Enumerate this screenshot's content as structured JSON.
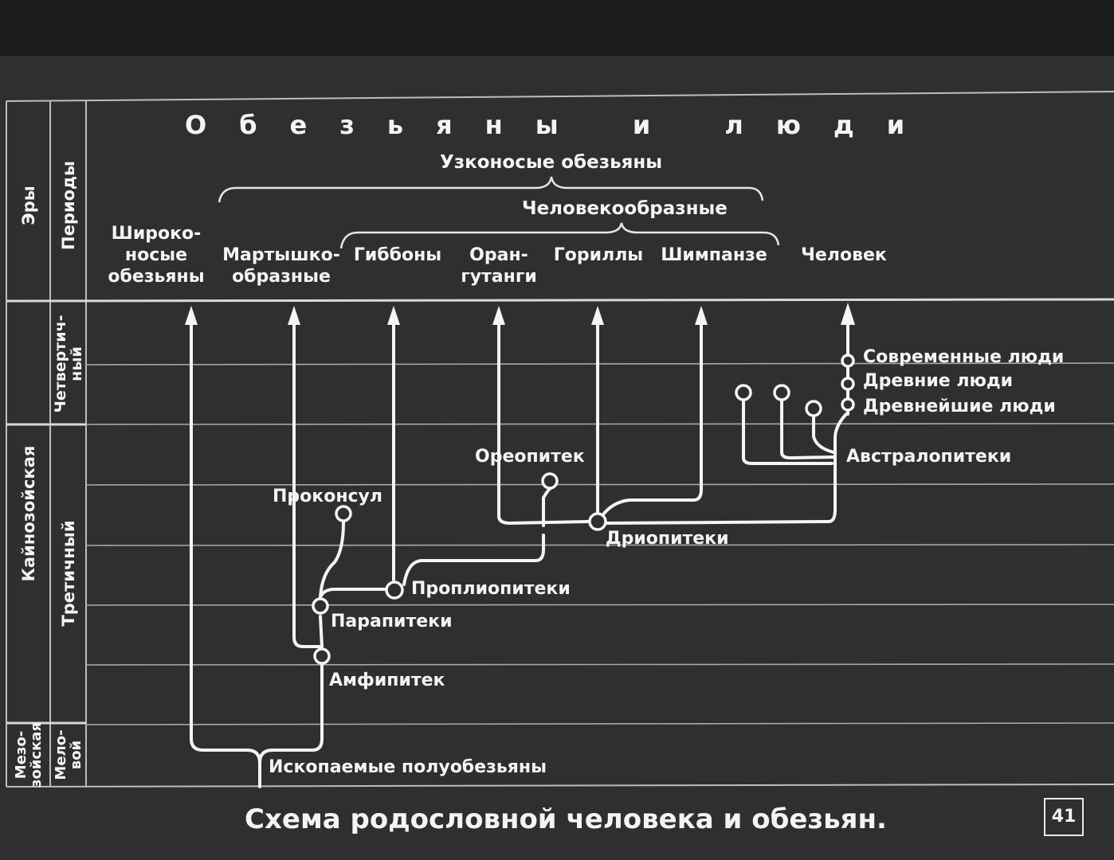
{
  "title": "Обезьяны и люди",
  "caption": "Схема родословной человека и обезьян.",
  "page_number": "41",
  "left_headers": {
    "eras": "Эры",
    "periods": "Периоды"
  },
  "eras": [
    {
      "id": "cenozoic",
      "label": "Кайнозойская"
    },
    {
      "id": "mesozoic",
      "label": "Мезо-\nзойская"
    }
  ],
  "periods": [
    {
      "id": "quaternary",
      "label": "Четвертич-\nный"
    },
    {
      "id": "tertiary",
      "label": "Третичный"
    },
    {
      "id": "cretaceous",
      "label": "Мело-\nвой"
    }
  ],
  "groups": {
    "catarrhini": "Узконосые обезьяны",
    "hominoids": "Человекообразные"
  },
  "columns": {
    "platyrrhini": "Широко-\nносые\nобезьяны",
    "cercopithecoids": "Мартышко-\nобразные",
    "gibbons": "Гиббоны",
    "orangutans": "Оран-\nгутанги",
    "gorillas": "Гориллы",
    "chimpanzees": "Шимпанзе",
    "human": "Человек"
  },
  "nodes": {
    "modern_people": "Современные люди",
    "ancient_people": "Древние люди",
    "oldest_people": "Древнейшие люди",
    "australopithecines": "Австралопитеки",
    "oreopithecus": "Ореопитек",
    "dryopithecines": "Дриопитеки",
    "proconsul": "Проконсул",
    "propliopithecines": "Проплиопитеки",
    "parapithecines": "Парапитеки",
    "amphipithecus": "Амфипитек",
    "fossil_prosimians": "Ископаемые полуобезьяны"
  }
}
